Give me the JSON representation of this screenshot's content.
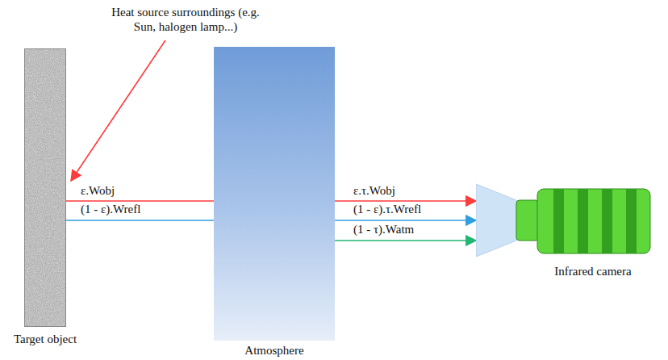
{
  "diagram": {
    "nodes": [
      {
        "text": [
          "Target object"
        ]
      },
      {
        "text": [
          "Atmosphere"
        ]
      },
      {
        "text": [
          "Infrared camera"
        ]
      }
    ],
    "edges": [
      {
        "from": 0,
        "to": 2,
        "arrow": "to",
        "label": "ε.τ.Wobj"
      },
      {
        "from": 0,
        "to": 2,
        "arrow": "to",
        "label": "(1 - ε).τ.Wrefl"
      },
      {
        "from": 1,
        "to": 2,
        "arrow": "to",
        "label": "(1 - τ).Watm"
      }
    ],
    "labels": [
      "Heat source surroundings (e.g. Sun, halogen lamp...)",
      "ε.Wobj",
      "(1 - ε).Wrefl"
    ]
  }
}
